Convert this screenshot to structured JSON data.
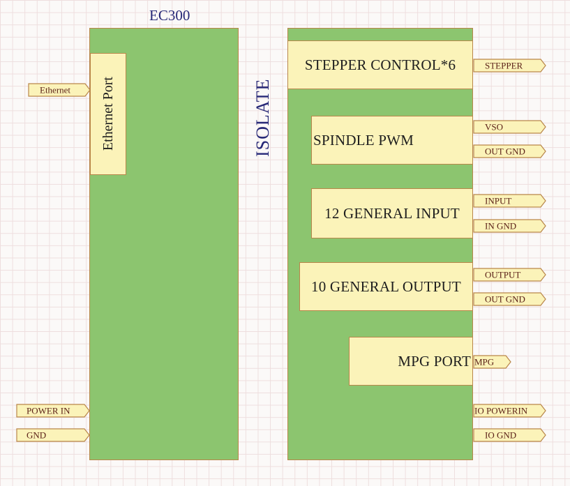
{
  "diagram": {
    "ec300_title": "EC300",
    "isolate_label": "ISOLATE",
    "ethernet_port_block": "Ethernet Port",
    "stepper_block": "STEPPER CONTROL*6",
    "spindle_block": "SPINDLE PWM",
    "input_block": "12 GENERAL INPUT",
    "output_block": "10 GENERAL OUTPUT",
    "mpg_block": "MPG PORT",
    "ports": {
      "ethernet": "Ethernet",
      "power_in": "POWER IN",
      "gnd": "GND",
      "stepper": "STEPPER",
      "vso": "VSO",
      "spindle_out_gnd": "OUT GND",
      "input": "INPUT",
      "in_gnd": "IN GND",
      "output": "OUTPUT",
      "output_out_gnd": "OUT GND",
      "mpg": "MPG",
      "io_powerin": "IO POWERIN",
      "io_gnd": "IO GND"
    },
    "colors": {
      "block_fill": "#8cc56f",
      "sub_block_fill": "#fbf3b9",
      "border": "#b9864a",
      "title_text": "#262877",
      "port_text": "#5a1f16"
    }
  }
}
